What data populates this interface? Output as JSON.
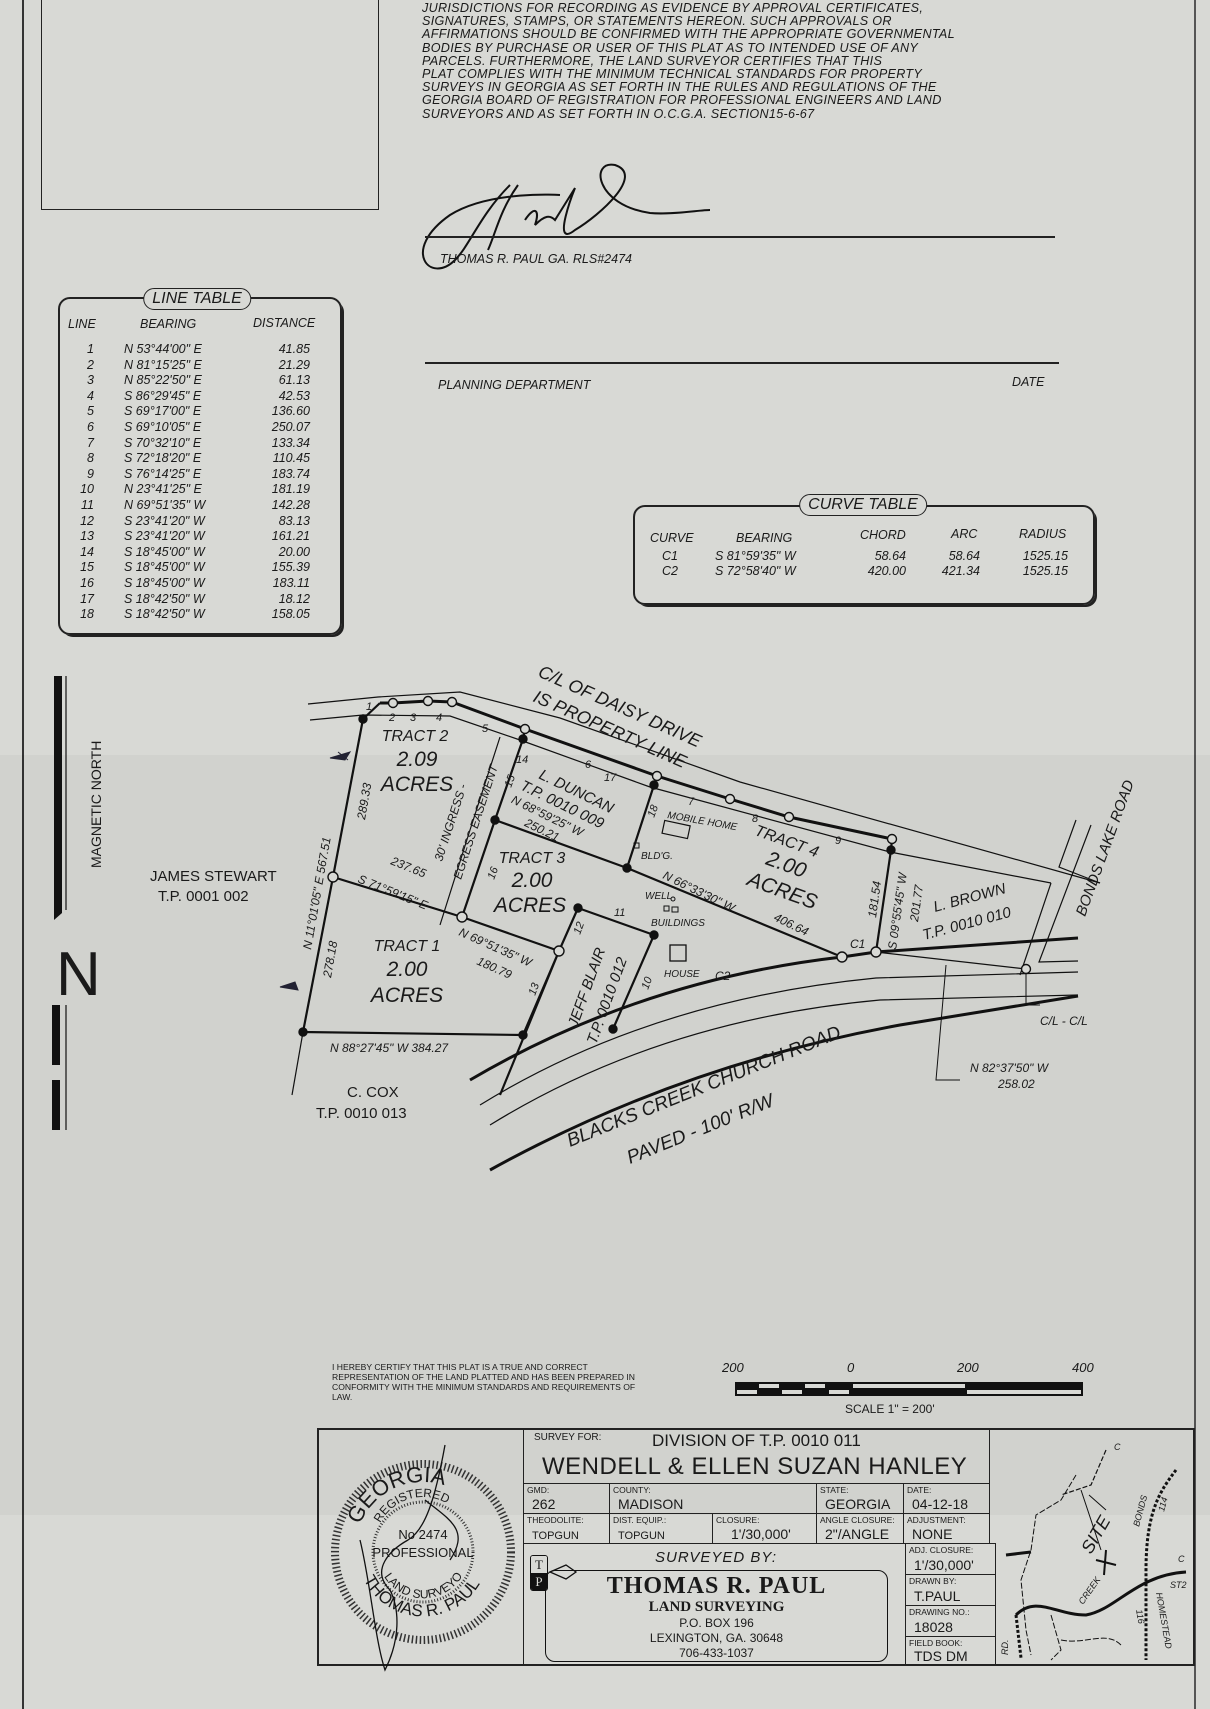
{
  "certification_text": [
    "JURISDICTIONS FOR RECORDING AS EVIDENCE BY APPROVAL CERTIFICATES,",
    "SIGNATURES, STAMPS, OR STATEMENTS HEREON. SUCH APPROVALS OR",
    "AFFIRMATIONS SHOULD BE CONFIRMED WITH THE APPROPRIATE GOVERNMENTAL",
    "BODIES BY PURCHASE OR USER OF THIS PLAT AS TO INTENDED USE OF ANY",
    "PARCELS. FURTHERMORE, THE LAND SURVEYOR CERTIFIES THAT THIS",
    "PLAT COMPLIES WITH THE MINIMUM TECHNICAL STANDARDS FOR PROPERTY",
    "SURVEYS IN GEORGIA AS SET FORTH IN THE RULES AND REGULATIONS OF THE",
    "GEORGIA BOARD OF REGISTRATION FOR PROFESSIONAL ENGINEERS AND LAND",
    "SURVEYORS AND AS SET FORTH IN O.C.G.A. SECTION15-6-67"
  ],
  "signature": {
    "name_line": "THOMAS R. PAUL GA. RLS#2474"
  },
  "planning": {
    "label": "PLANNING DEPARTMENT",
    "date_label": "DATE"
  },
  "line_table": {
    "title": "LINE TABLE",
    "headers": [
      "LINE",
      "BEARING",
      "DISTANCE"
    ],
    "rows": [
      [
        "1",
        "N 53°44'00\" E",
        "41.85"
      ],
      [
        "2",
        "N 81°15'25\" E",
        "21.29"
      ],
      [
        "3",
        "N 85°22'50\" E",
        "61.13"
      ],
      [
        "4",
        "S 86°29'45\" E",
        "42.53"
      ],
      [
        "5",
        "S 69°17'00\" E",
        "136.60"
      ],
      [
        "6",
        "S 69°10'05\" E",
        "250.07"
      ],
      [
        "7",
        "S 70°32'10\" E",
        "133.34"
      ],
      [
        "8",
        "S 72°18'20\" E",
        "110.45"
      ],
      [
        "9",
        "S 76°14'25\" E",
        "183.74"
      ],
      [
        "10",
        "N 23°41'25\" E",
        "181.19"
      ],
      [
        "11",
        "N 69°51'35\" W",
        "142.28"
      ],
      [
        "12",
        "S 23°41'20\" W",
        "83.13"
      ],
      [
        "13",
        "S 23°41'20\" W",
        "161.21"
      ],
      [
        "14",
        "S 18°45'00\" W",
        "20.00"
      ],
      [
        "15",
        "S 18°45'00\" W",
        "155.39"
      ],
      [
        "16",
        "S 18°45'00\" W",
        "183.11"
      ],
      [
        "17",
        "S 18°42'50\" W",
        "18.12"
      ],
      [
        "18",
        "S 18°42'50\" W",
        "158.05"
      ]
    ]
  },
  "curve_table": {
    "title": "CURVE TABLE",
    "headers": [
      "CURVE",
      "BEARING",
      "CHORD",
      "ARC",
      "RADIUS"
    ],
    "rows": [
      [
        "C1",
        "S 81°59'35\" W",
        "58.64",
        "58.64",
        "1525.15"
      ],
      [
        "C2",
        "S 72°58'40\" W",
        "420.00",
        "421.34",
        "1525.15"
      ]
    ]
  },
  "north_arrow": {
    "label": "MAGNETIC NORTH",
    "symbol": "N"
  },
  "plat": {
    "daisy_drive_1": "C/L OF DAISY DRIVE",
    "daisy_drive_2": "IS PROPERTY LINE",
    "tract2": [
      "TRACT 2",
      "2.09",
      "ACRES"
    ],
    "tract3": [
      "TRACT 3",
      "2.00",
      "ACRES"
    ],
    "tract1": [
      "TRACT 1",
      "2.00",
      "ACRES"
    ],
    "tract4": [
      "TRACT 4",
      "2.00",
      "ACRES"
    ],
    "dim_289": "289.33",
    "dim_west": "N 11°01'05\" E  567.51",
    "dim_278": "278.18",
    "easement_1": "30' INGRESS -",
    "easement_2": "EGRESS EASEMENT",
    "dim_237": "237.65",
    "bearing_237": "S 71°59'15\" E",
    "bearing_180": "N 69°51'35\" W",
    "dim_180": "180.79",
    "south_line": "N 88°27'45\" W  384.27",
    "duncan_1": "L. DUNCAN",
    "duncan_2": "T.P. 0010 009",
    "duncan_3": "N 68°59'25\" W",
    "duncan_4": "250.21",
    "blair_1": "JEFF BLAIR",
    "blair_2": "T.P. 0010 012",
    "mobile_home": "MOBILE HOME",
    "bldg": "BLD'G.",
    "well": "WELL",
    "buildings": "BUILDINGS",
    "house": "HOUSE",
    "c1": "C1",
    "c2": "C2",
    "bearing_406": "N 66°33'30\" W",
    "dim_406": "406.64",
    "dim_181": "181.54",
    "bearing_201": "S 09°55'45\" W",
    "dim_201": "201.77",
    "brown_1": "L. BROWN",
    "brown_2": "T.P. 0010 010",
    "bonds_lake_road": "BONDS LAKE ROAD",
    "cl_cl": "C/L - C/L",
    "tie_bearing": "N 82°37'50\" W",
    "tie_dist": "258.02",
    "blacks_creek_1": "BLACKS CREEK CHURCH ROAD",
    "blacks_creek_2": "PAVED - 100' R/W",
    "stewart_1": "JAMES STEWART",
    "stewart_2": "T.P. 0001 002",
    "cox_1": "C. COX",
    "cox_2": "T.P. 0010 013",
    "line_numbers": [
      "1",
      "2",
      "3",
      "4",
      "5",
      "6",
      "7",
      "8",
      "9",
      "10",
      "11",
      "12",
      "13",
      "14",
      "15",
      "16",
      "17",
      "18"
    ]
  },
  "certify_statement": "I HEREBY CERTIFY THAT THIS PLAT IS A TRUE AND CORRECT REPRESENTATION OF THE LAND PLATTED AND HAS BEEN PREPARED IN CONFORMITY WITH THE MINIMUM STANDARDS AND REQUIREMENTS OF LAW.",
  "scale_bar": {
    "ticks": [
      "200",
      "0",
      "200",
      "400"
    ],
    "label": "SCALE 1\" = 200'"
  },
  "seal": {
    "top": "GEORGIA",
    "registered": "REGISTERED",
    "number": "No 2474",
    "professional": "PROFESSIONAL",
    "land_surveyor": "LAND SURVEYOR",
    "name": "THOMAS R. PAUL"
  },
  "title_block": {
    "survey_for_label": "SURVEY FOR:",
    "division": "DIVISION OF T.P. 0010 011",
    "owners": "WENDELL & ELLEN SUZAN HANLEY",
    "gmd_label": "GMD:",
    "gmd": "262",
    "county_label": "COUNTY:",
    "county": "MADISON",
    "state_label": "STATE:",
    "state": "GEORGIA",
    "date_label": "DATE:",
    "date": "04-12-18",
    "theodolite_label": "THEODOLITE:",
    "theodolite": "TOPGUN",
    "dist_equip_label": "DIST. EQUIP.:",
    "dist_equip": "TOPGUN",
    "closure_label": "CLOSURE:",
    "closure": "1'/30,000'",
    "angle_closure_label": "ANGLE CLOSURE:",
    "angle_closure": "2\"/ANGLE",
    "adjustment_label": "ADJUSTMENT:",
    "adjustment": "NONE",
    "adj_closure_label": "ADJ. CLOSURE:",
    "adj_closure": "1'/30,000'",
    "drawn_by_label": "DRAWN BY:",
    "drawn_by": "T.PAUL",
    "drawing_no_label": "DRAWING NO.:",
    "drawing_no": "18028",
    "field_book_label": "FIELD BOOK:",
    "field_book": "TDS DM",
    "surveyed_by_label": "SURVEYED BY:",
    "logo_letters": [
      "T",
      "P"
    ],
    "company_name": "THOMAS R. PAUL",
    "company_sub": "LAND SURVEYING",
    "address_1": "P.O. BOX 196",
    "address_2": "LEXINGTON, GA. 30648",
    "phone": "706-433-1037"
  },
  "location_map": {
    "labels": [
      "BONDS",
      "114",
      "SITE",
      "CREEK",
      "ST2",
      "HOMESTEAD",
      "116",
      "RD.",
      "C",
      "C"
    ]
  }
}
